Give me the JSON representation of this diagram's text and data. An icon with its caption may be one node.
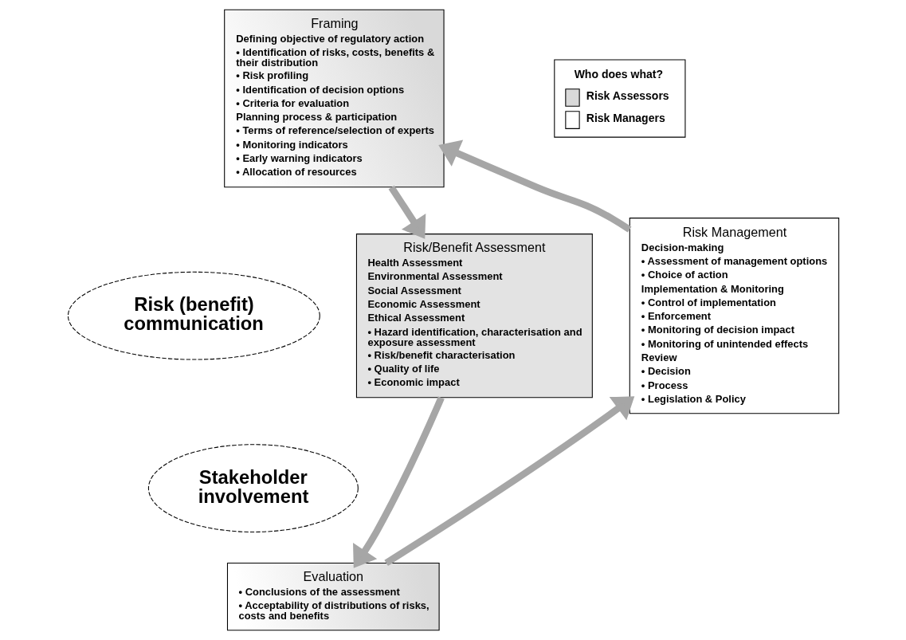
{
  "diagram": {
    "nodes": [
      {
        "text": [
          "Framing",
          "Defining objective of regulatory action",
          "• Identification of risks, costs, benefits & their distribution",
          "• Risk profiling",
          "• Identification of decision options",
          "• Criteria for evaluation",
          "Planning process & participation",
          "• Terms of reference/selection of experts",
          "• Monitoring indicators",
          "• Early warning indicators",
          "• Allocation of resources"
        ]
      },
      {
        "text": [
          "Risk Management",
          "Decision-making",
          "• Assessment of management options",
          "• Choice of action",
          "Implementation & Monitoring",
          "• Control of implementation",
          "• Enforcement",
          "• Monitoring of decision impact",
          "• Monitoring of unintended effects",
          "Review",
          "• Decision",
          "• Process",
          "• Legislation & Policy"
        ]
      },
      {
        "text": [
          "Risk (benefit) communication"
        ]
      },
      {
        "text": [
          "Risk/Benefit Assessment",
          "Health Assessment",
          "Environmental Assessment",
          "Social Assessment",
          "Economic Assessment",
          "Ethical Assessment",
          "• Hazard identification, characterisation and exposure assessment",
          "• Risk/benefit characterisation",
          "• Quality of life",
          "• Economic impact"
        ]
      },
      {
        "text": [
          "Stakeholder involvement"
        ]
      },
      {
        "text": [
          "Evaluation",
          "• Conclusions of the assessment",
          "• Acceptability of distributions of risks, costs and benefits"
        ]
      }
    ],
    "edges": [
      {
        "from": 0,
        "to": 3,
        "arrow": "to"
      },
      {
        "from": 3,
        "to": 5,
        "arrow": "to"
      },
      {
        "from": 5,
        "to": 1,
        "arrow": "to"
      },
      {
        "from": 1,
        "to": 0,
        "arrow": "to"
      }
    ],
    "labels": [
      "Who does what?"
    ],
    "legend": [
      {
        "text": "Risk Assessors",
        "color": "#d9d9d9"
      },
      {
        "text": "Risk Managers",
        "color": "#ffffff"
      }
    ]
  }
}
